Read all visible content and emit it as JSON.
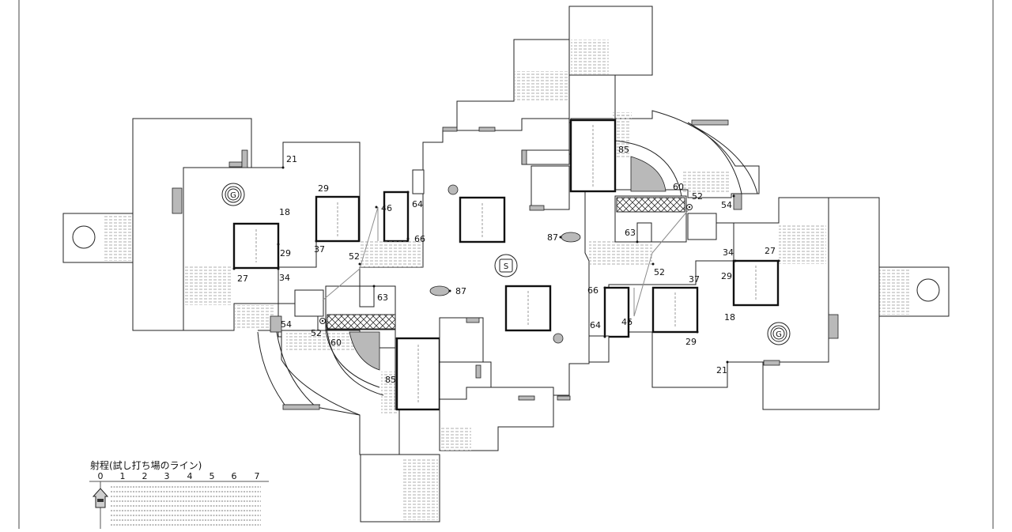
{
  "map": {
    "spawn_symbol": "S",
    "goal_symbol": "G",
    "labels": [
      {
        "id": "21a",
        "text": "21"
      },
      {
        "id": "29a",
        "text": "29"
      },
      {
        "id": "18a",
        "text": "18"
      },
      {
        "id": "46a",
        "text": "46"
      },
      {
        "id": "64a",
        "text": "64"
      },
      {
        "id": "66a",
        "text": "66"
      },
      {
        "id": "29b",
        "text": "29"
      },
      {
        "id": "37a",
        "text": "37"
      },
      {
        "id": "27a",
        "text": "27"
      },
      {
        "id": "34a",
        "text": "34"
      },
      {
        "id": "52a",
        "text": "52"
      },
      {
        "id": "63a",
        "text": "63"
      },
      {
        "id": "54a",
        "text": "54"
      },
      {
        "id": "52b",
        "text": "52"
      },
      {
        "id": "60a",
        "text": "60"
      },
      {
        "id": "85a",
        "text": "85"
      },
      {
        "id": "87a",
        "text": "87"
      },
      {
        "id": "87b",
        "text": "87"
      },
      {
        "id": "85b",
        "text": "85"
      },
      {
        "id": "60b",
        "text": "60"
      },
      {
        "id": "52c",
        "text": "52"
      },
      {
        "id": "54b",
        "text": "54"
      },
      {
        "id": "63b",
        "text": "63"
      },
      {
        "id": "34b",
        "text": "34"
      },
      {
        "id": "27b",
        "text": "27"
      },
      {
        "id": "29c",
        "text": "29"
      },
      {
        "id": "52d",
        "text": "52"
      },
      {
        "id": "37b",
        "text": "37"
      },
      {
        "id": "66b",
        "text": "66"
      },
      {
        "id": "46b",
        "text": "46"
      },
      {
        "id": "64b",
        "text": "64"
      },
      {
        "id": "18b",
        "text": "18"
      },
      {
        "id": "29d",
        "text": "29"
      },
      {
        "id": "21b",
        "text": "21"
      }
    ]
  },
  "legend": {
    "title": "射程(試し打ち場のライン)",
    "scale": [
      "0",
      "1",
      "2",
      "3",
      "4",
      "5",
      "6",
      "7"
    ]
  },
  "colors": {
    "line": "#222222",
    "fill_gray": "#b9b9b9",
    "background": "#ffffff"
  }
}
